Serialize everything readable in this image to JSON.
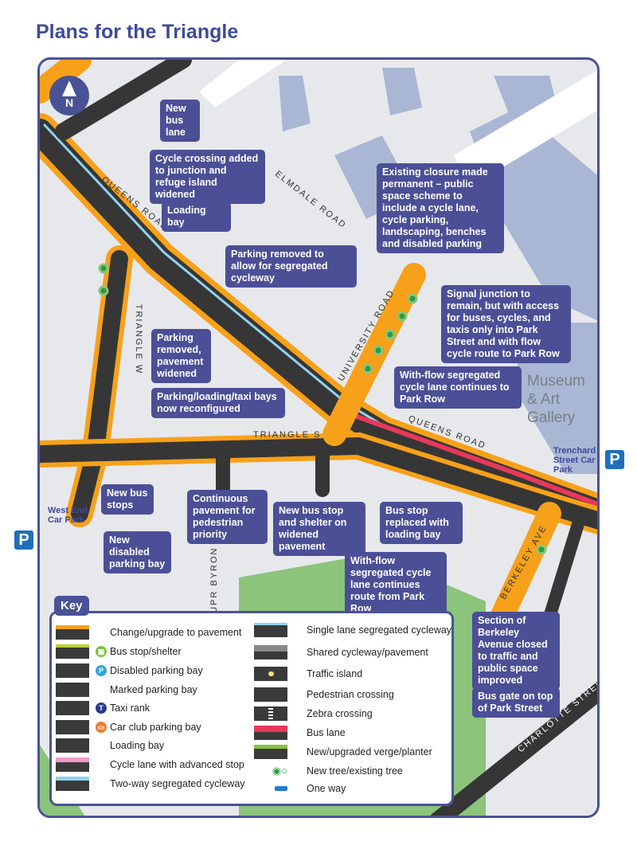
{
  "title": "Plans for the Triangle",
  "compass": "N",
  "places": {
    "museum": "Museum & Art Gallery",
    "trenchard": "Trenchard Street Car Park",
    "westend": "West End Car Park",
    "parking_symbol": "P"
  },
  "roads": [
    "QUEENS ROAD",
    "ELMDALE ROAD",
    "UNIVERSITY ROAD",
    "TRIANGLE W",
    "TRIANGLE S",
    "QUEENS ROAD",
    "BERKELEY AVE",
    "UPR BYRON P",
    "CHARLOTTE STREET"
  ],
  "callouts": [
    "New bus lane",
    "Cycle crossing added to junction and refuge island widened",
    "Loading bay",
    "Existing closure made permanent – public space scheme to include a cycle lane, cycle parking, landscaping, benches and disabled parking",
    "Parking removed to allow for segregated cycleway",
    "Signal junction to remain, but with access for buses, cycles, and taxis only into Park Street and with flow cycle route to Park Row",
    "Parking removed, pavement widened",
    "With-flow segregated cycle lane continues to Park Row",
    "Parking/loading/taxi bays now reconfigured",
    "New bus stops",
    "Continuous pavement for pedestrian priority",
    "New bus stop and shelter on widened pavement",
    "Bus stop replaced with loading bay",
    "New disabled parking bay",
    "With-flow segregated cycle lane continues route from Park Row",
    "Section of Berkeley Avenue closed to traffic and public space improved",
    "Bus gate on top of Park Street"
  ],
  "key": {
    "title": "Key",
    "left": [
      "Change/upgrade to pavement",
      "Bus stop/shelter",
      "Disabled parking bay",
      "Marked parking bay",
      "Taxi rank",
      "Car club parking bay",
      "Loading bay",
      "Cycle lane with advanced stop",
      "Two-way segregated cycleway"
    ],
    "right": [
      "Single lane segregated cycleway",
      "Shared cycleway/pavement",
      "Traffic island",
      "Pedestrian crossing",
      "Zebra crossing",
      "Bus lane",
      "New/upgraded verge/planter",
      "New tree/existing tree",
      "One way"
    ]
  },
  "colors": {
    "navy": "#4a5296",
    "pavement": "#f7a11a",
    "road": "#363636",
    "cycleway": "#8fd3ef",
    "bus_lane": "#e8385a",
    "building": "#a9b7d4",
    "green": "#8bc47a"
  }
}
